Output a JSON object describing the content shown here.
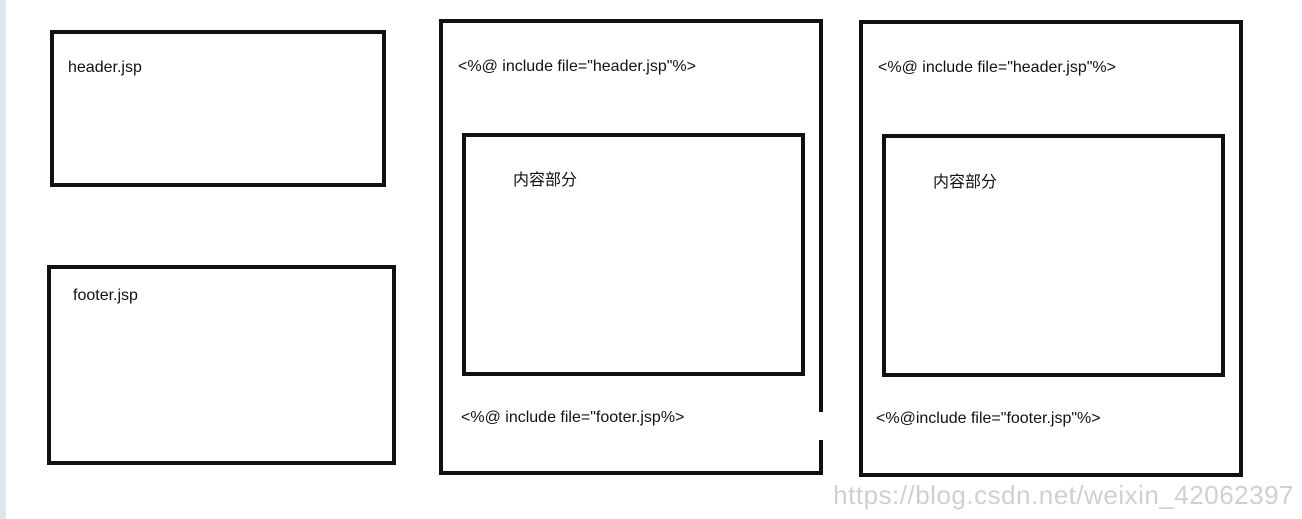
{
  "header_box": {
    "label": "header.jsp"
  },
  "footer_box": {
    "label": "footer.jsp"
  },
  "page_left": {
    "include_header": "<%@ include file=\"header.jsp\"%>",
    "content_label": "内容部分",
    "include_footer": "<%@ include file=\"footer.jsp%>"
  },
  "page_right": {
    "include_header": "<%@ include file=\"header.jsp\"%>",
    "content_label": "内容部分",
    "include_footer": "<%@include file=\"footer.jsp\"%>"
  },
  "watermark": "https://blog.csdn.net/weixin_42062397"
}
